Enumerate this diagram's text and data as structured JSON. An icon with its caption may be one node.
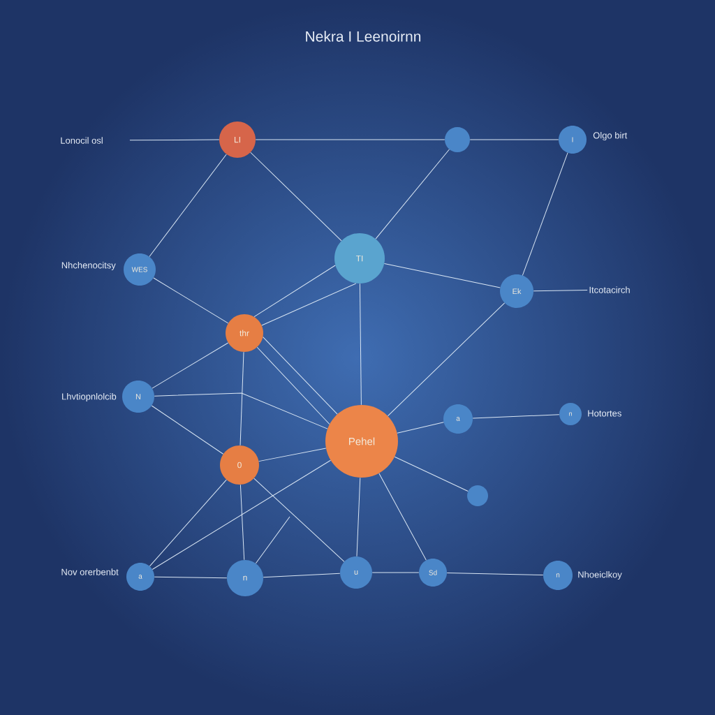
{
  "diagram": {
    "title": "Nekra I Leenoirnn",
    "nodes": [
      {
        "text": [
          "Lonocil osl"
        ]
      },
      {
        "text": [
          "LI"
        ]
      },
      {
        "text": [],
        "shape": "circle"
      },
      {
        "text": [
          "I"
        ],
        "beside": [
          "Olgo birt"
        ]
      },
      {
        "text": [
          "TI"
        ]
      },
      {
        "text": [
          "WES"
        ],
        "beside": [
          "Nhchenocitsy"
        ]
      },
      {
        "text": [
          "Ek"
        ]
      },
      {
        "text": [
          "Itcotacirch"
        ]
      },
      {
        "text": [
          "thr"
        ]
      },
      {
        "text": [
          "N"
        ],
        "beside": [
          "Lhvtiopnlolcib"
        ]
      },
      {
        "text": [
          "n"
        ],
        "beside": [
          "Hotortes"
        ]
      },
      {
        "text": [
          "a"
        ]
      },
      {
        "text": [
          "Pehel"
        ]
      },
      {
        "text": [
          "0"
        ]
      },
      {
        "text": [],
        "shape": "circle"
      },
      {
        "text": [
          "a"
        ],
        "beside": [
          "Nov orerbenbt"
        ]
      },
      {
        "text": [
          "n"
        ]
      },
      {
        "text": [
          "u"
        ]
      },
      {
        "text": [
          "Sd"
        ]
      },
      {
        "text": [
          "n"
        ],
        "beside": [
          "Nhoeiclkoy"
        ]
      }
    ],
    "edges": [
      {
        "from": 0,
        "to": 1,
        "arrow": "none"
      },
      {
        "from": 1,
        "to": 2,
        "arrow": "none"
      },
      {
        "from": 2,
        "to": 3,
        "arrow": "none"
      },
      {
        "from": 1,
        "to": 5,
        "arrow": "none"
      },
      {
        "from": 1,
        "to": 4,
        "arrow": "none"
      },
      {
        "from": 2,
        "to": 4,
        "arrow": "none"
      },
      {
        "from": 3,
        "to": 6,
        "arrow": "none"
      },
      {
        "from": 4,
        "to": 6,
        "arrow": "none"
      },
      {
        "from": 6,
        "to": 7,
        "arrow": "none"
      },
      {
        "from": 4,
        "to": 8,
        "arrow": "none"
      },
      {
        "from": 4,
        "to": 8,
        "arrow": "none"
      },
      {
        "from": 4,
        "to": 12,
        "arrow": "none"
      },
      {
        "from": 5,
        "to": 8,
        "arrow": "none"
      },
      {
        "from": 8,
        "to": 9,
        "arrow": "none"
      },
      {
        "from": 8,
        "to": 13,
        "arrow": "none"
      },
      {
        "from": 8,
        "to": 12,
        "arrow": "none"
      },
      {
        "from": 8,
        "to": 12,
        "arrow": "none"
      },
      {
        "from": 9,
        "to": 12,
        "arrow": "none"
      },
      {
        "from": 9,
        "to": 13,
        "arrow": "none"
      },
      {
        "from": 6,
        "to": 12,
        "arrow": "none"
      },
      {
        "from": 12,
        "to": 11,
        "arrow": "none"
      },
      {
        "from": 11,
        "to": 10,
        "arrow": "none"
      },
      {
        "from": 12,
        "to": 14,
        "arrow": "none"
      },
      {
        "from": 13,
        "to": 12,
        "arrow": "none"
      },
      {
        "from": 13,
        "to": 15,
        "arrow": "none"
      },
      {
        "from": 13,
        "to": 16,
        "arrow": "none"
      },
      {
        "from": 13,
        "to": 17,
        "arrow": "none"
      },
      {
        "from": 12,
        "to": 15,
        "arrow": "none"
      },
      {
        "from": 15,
        "to": 16,
        "arrow": "none"
      },
      {
        "from": 16,
        "to": 17,
        "arrow": "none"
      },
      {
        "from": 17,
        "to": 18,
        "arrow": "none"
      },
      {
        "from": 18,
        "to": 19,
        "arrow": "none"
      },
      {
        "from": 12,
        "to": 17,
        "arrow": "none"
      },
      {
        "from": 12,
        "to": 18,
        "arrow": "none"
      },
      {
        "from": 16,
        "to": null,
        "arrow": "none"
      }
    ]
  }
}
